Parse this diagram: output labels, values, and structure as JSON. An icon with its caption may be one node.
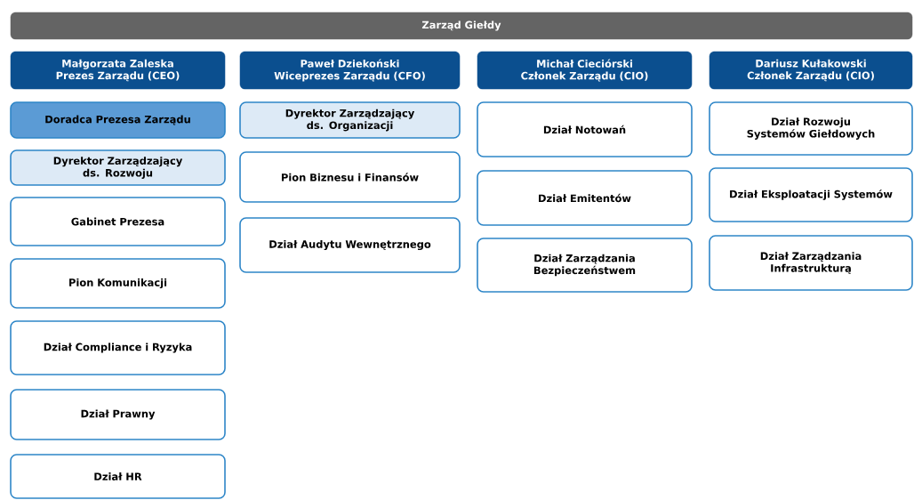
{
  "diagram": {
    "nodes": [
      {
        "text": [
          "Zarząd Giełdy"
        ]
      },
      {
        "text": [
          "Małgorzata Zaleska",
          "Prezes Zarządu (CEO)"
        ]
      },
      {
        "text": [
          "Doradca Prezesa Zarządu"
        ]
      },
      {
        "text": [
          "Dyrektor Zarządzający ds. Rozwoju"
        ]
      },
      {
        "text": [
          "Gabinet Prezesa"
        ]
      },
      {
        "text": [
          "Pion Komunikacji"
        ]
      },
      {
        "text": [
          "Dział Compliance i Ryzyka"
        ]
      },
      {
        "text": [
          "Dział Prawny"
        ]
      },
      {
        "text": [
          "Dział HR"
        ]
      },
      {
        "text": [
          "Paweł Dziekoński",
          "Wiceprezes Zarządu (CFO)"
        ]
      },
      {
        "text": [
          "Dyrektor Zarządzający ds. Organizacji"
        ]
      },
      {
        "text": [
          "Pion Biznesu i Finansów"
        ]
      },
      {
        "text": [
          "Dział Audytu Wewnętrznego"
        ]
      },
      {
        "text": [
          "Michał Cieciórski",
          "Członek Zarządu (CIO)"
        ]
      },
      {
        "text": [
          "Dział Notowań"
        ]
      },
      {
        "text": [
          "Dział Emitentów"
        ]
      },
      {
        "text": [
          "Dział Zarządzania Bezpieczeństwem"
        ]
      },
      {
        "text": [
          "Dariusz Kułakowski",
          "Członek Zarządu (CIO)"
        ]
      },
      {
        "text": [
          "Dział Rozwoju Systemów Giełdowych"
        ]
      },
      {
        "text": [
          "Dział Eksploatacji Systemów"
        ]
      },
      {
        "text": [
          "Dział Zarządzania Infrastrukturą"
        ]
      }
    ]
  }
}
